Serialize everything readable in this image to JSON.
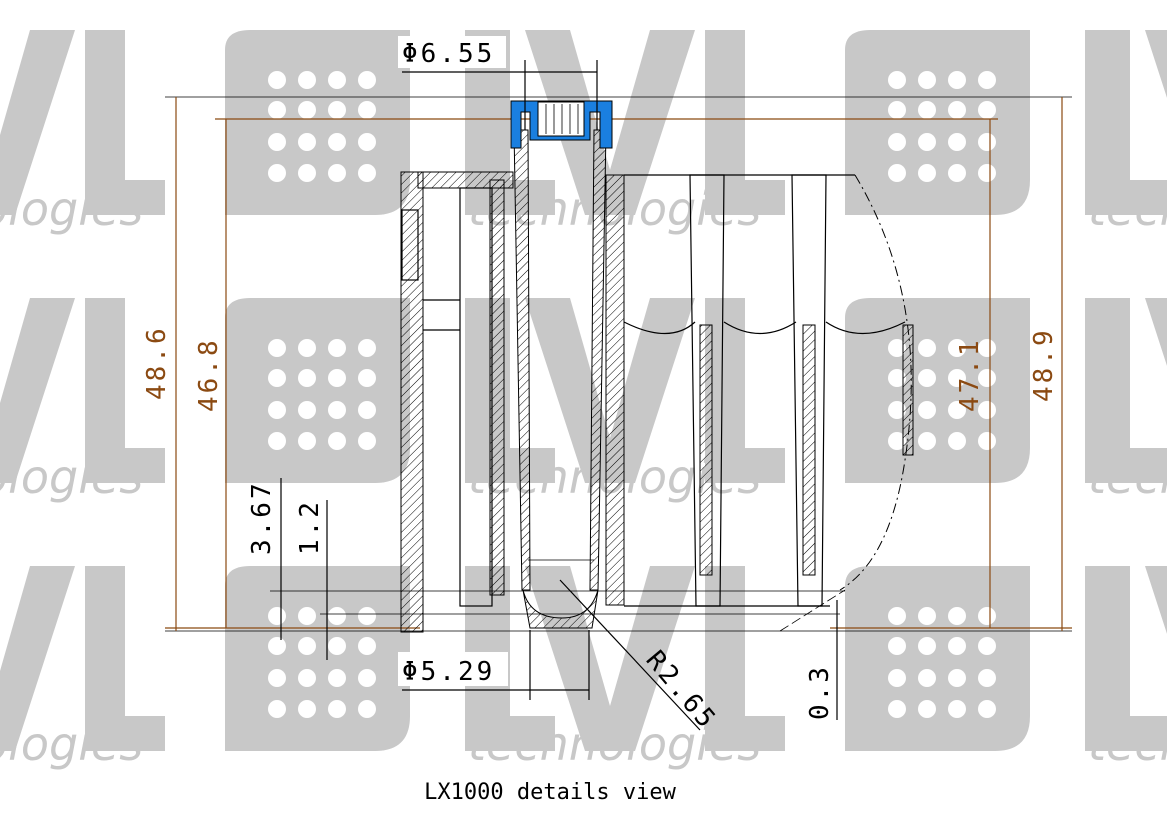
{
  "watermark": {
    "brand": "LVL",
    "tagline": "technologies"
  },
  "dimensions": {
    "cap_diameter": "Φ6.55",
    "bottom_diameter": "Φ5.29",
    "radius": "R2.65",
    "height_left_outer": "48.6",
    "height_left_inner": "46.8",
    "height_right_inner": "47.1",
    "height_right_outer": "48.9",
    "bottom_offset": "3.67",
    "bottom_thickness": "1.2",
    "foot_gap": "0.3"
  },
  "colors": {
    "dimension_brown": "#8b4a12",
    "cap_blue": "#1a7fe0",
    "watermark": "#c8c8c8"
  },
  "caption": "LX1000 details view"
}
